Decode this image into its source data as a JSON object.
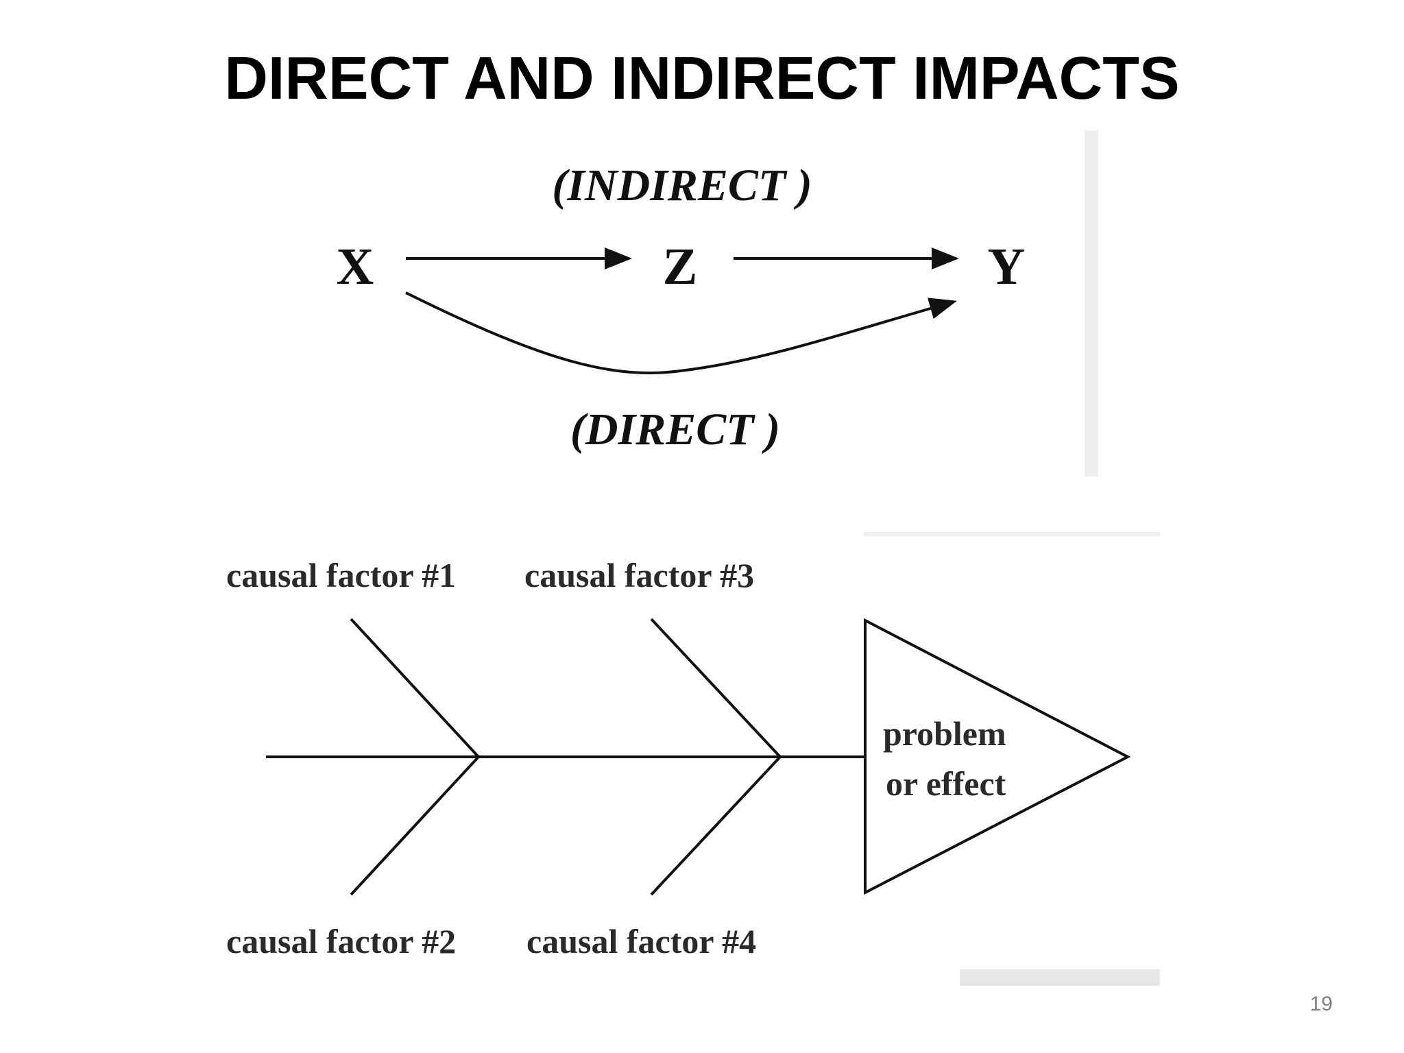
{
  "slide": {
    "title": "DIRECT AND INDIRECT IMPACTS",
    "page_number": "19"
  },
  "path_diagram": {
    "indirect_label": "(INDIRECT )",
    "direct_label": "(DIRECT )",
    "nodes": {
      "x": "X",
      "z": "Z",
      "y": "Y"
    }
  },
  "fishbone": {
    "causes": {
      "cause1": "causal factor #1",
      "cause2": "causal factor #2",
      "cause3": "causal factor #3",
      "cause4": "causal factor #4"
    },
    "effect_line1": "problem",
    "effect_line2": "or effect"
  },
  "colors": {
    "stroke": "#111111",
    "panel_edge": "#e6e6e6"
  }
}
